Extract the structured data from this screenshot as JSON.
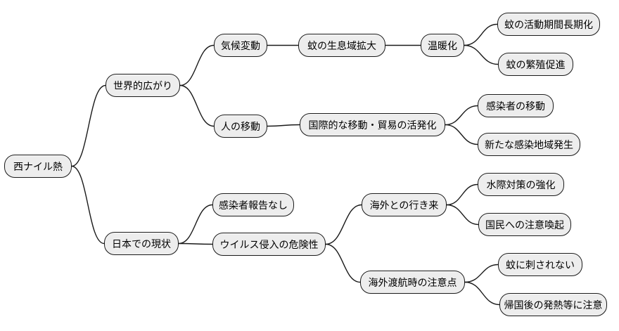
{
  "diagram_type": "mindmap",
  "theme": {
    "bg": "#ffffff",
    "node_fill": "#ededed",
    "node_border": "#1a1a1a",
    "edge": "#1a1a1a",
    "text": "#000000"
  },
  "tree": {
    "label": "西ナイル熱",
    "children": [
      {
        "label": "世界的広がり",
        "children": [
          {
            "label": "気候変動",
            "children": [
              {
                "label": "蚊の生息域拡大",
                "children": [
                  {
                    "label": "温暖化",
                    "children": [
                      {
                        "label": "蚊の活動期間長期化",
                        "children": []
                      },
                      {
                        "label": "蚊の繁殖促進",
                        "children": []
                      }
                    ]
                  }
                ]
              }
            ]
          },
          {
            "label": "人の移動",
            "children": [
              {
                "label": "国際的な移動・貿易の活発化",
                "children": [
                  {
                    "label": "感染者の移動",
                    "children": []
                  },
                  {
                    "label": "新たな感染地域発生",
                    "children": []
                  }
                ]
              }
            ]
          }
        ]
      },
      {
        "label": "日本での現状",
        "children": [
          {
            "label": "感染者報告なし",
            "children": []
          },
          {
            "label": "ウイルス侵入の危険性",
            "children": [
              {
                "label": "海外との行き来",
                "children": [
                  {
                    "label": "水際対策の強化",
                    "children": []
                  },
                  {
                    "label": "国民への注意喚起",
                    "children": []
                  }
                ]
              },
              {
                "label": "海外渡航時の注意点",
                "children": [
                  {
                    "label": "蚊に刺されない",
                    "children": []
                  },
                  {
                    "label": "帰国後の発熱等に注意",
                    "children": []
                  }
                ]
              }
            ]
          }
        ]
      }
    ]
  }
}
